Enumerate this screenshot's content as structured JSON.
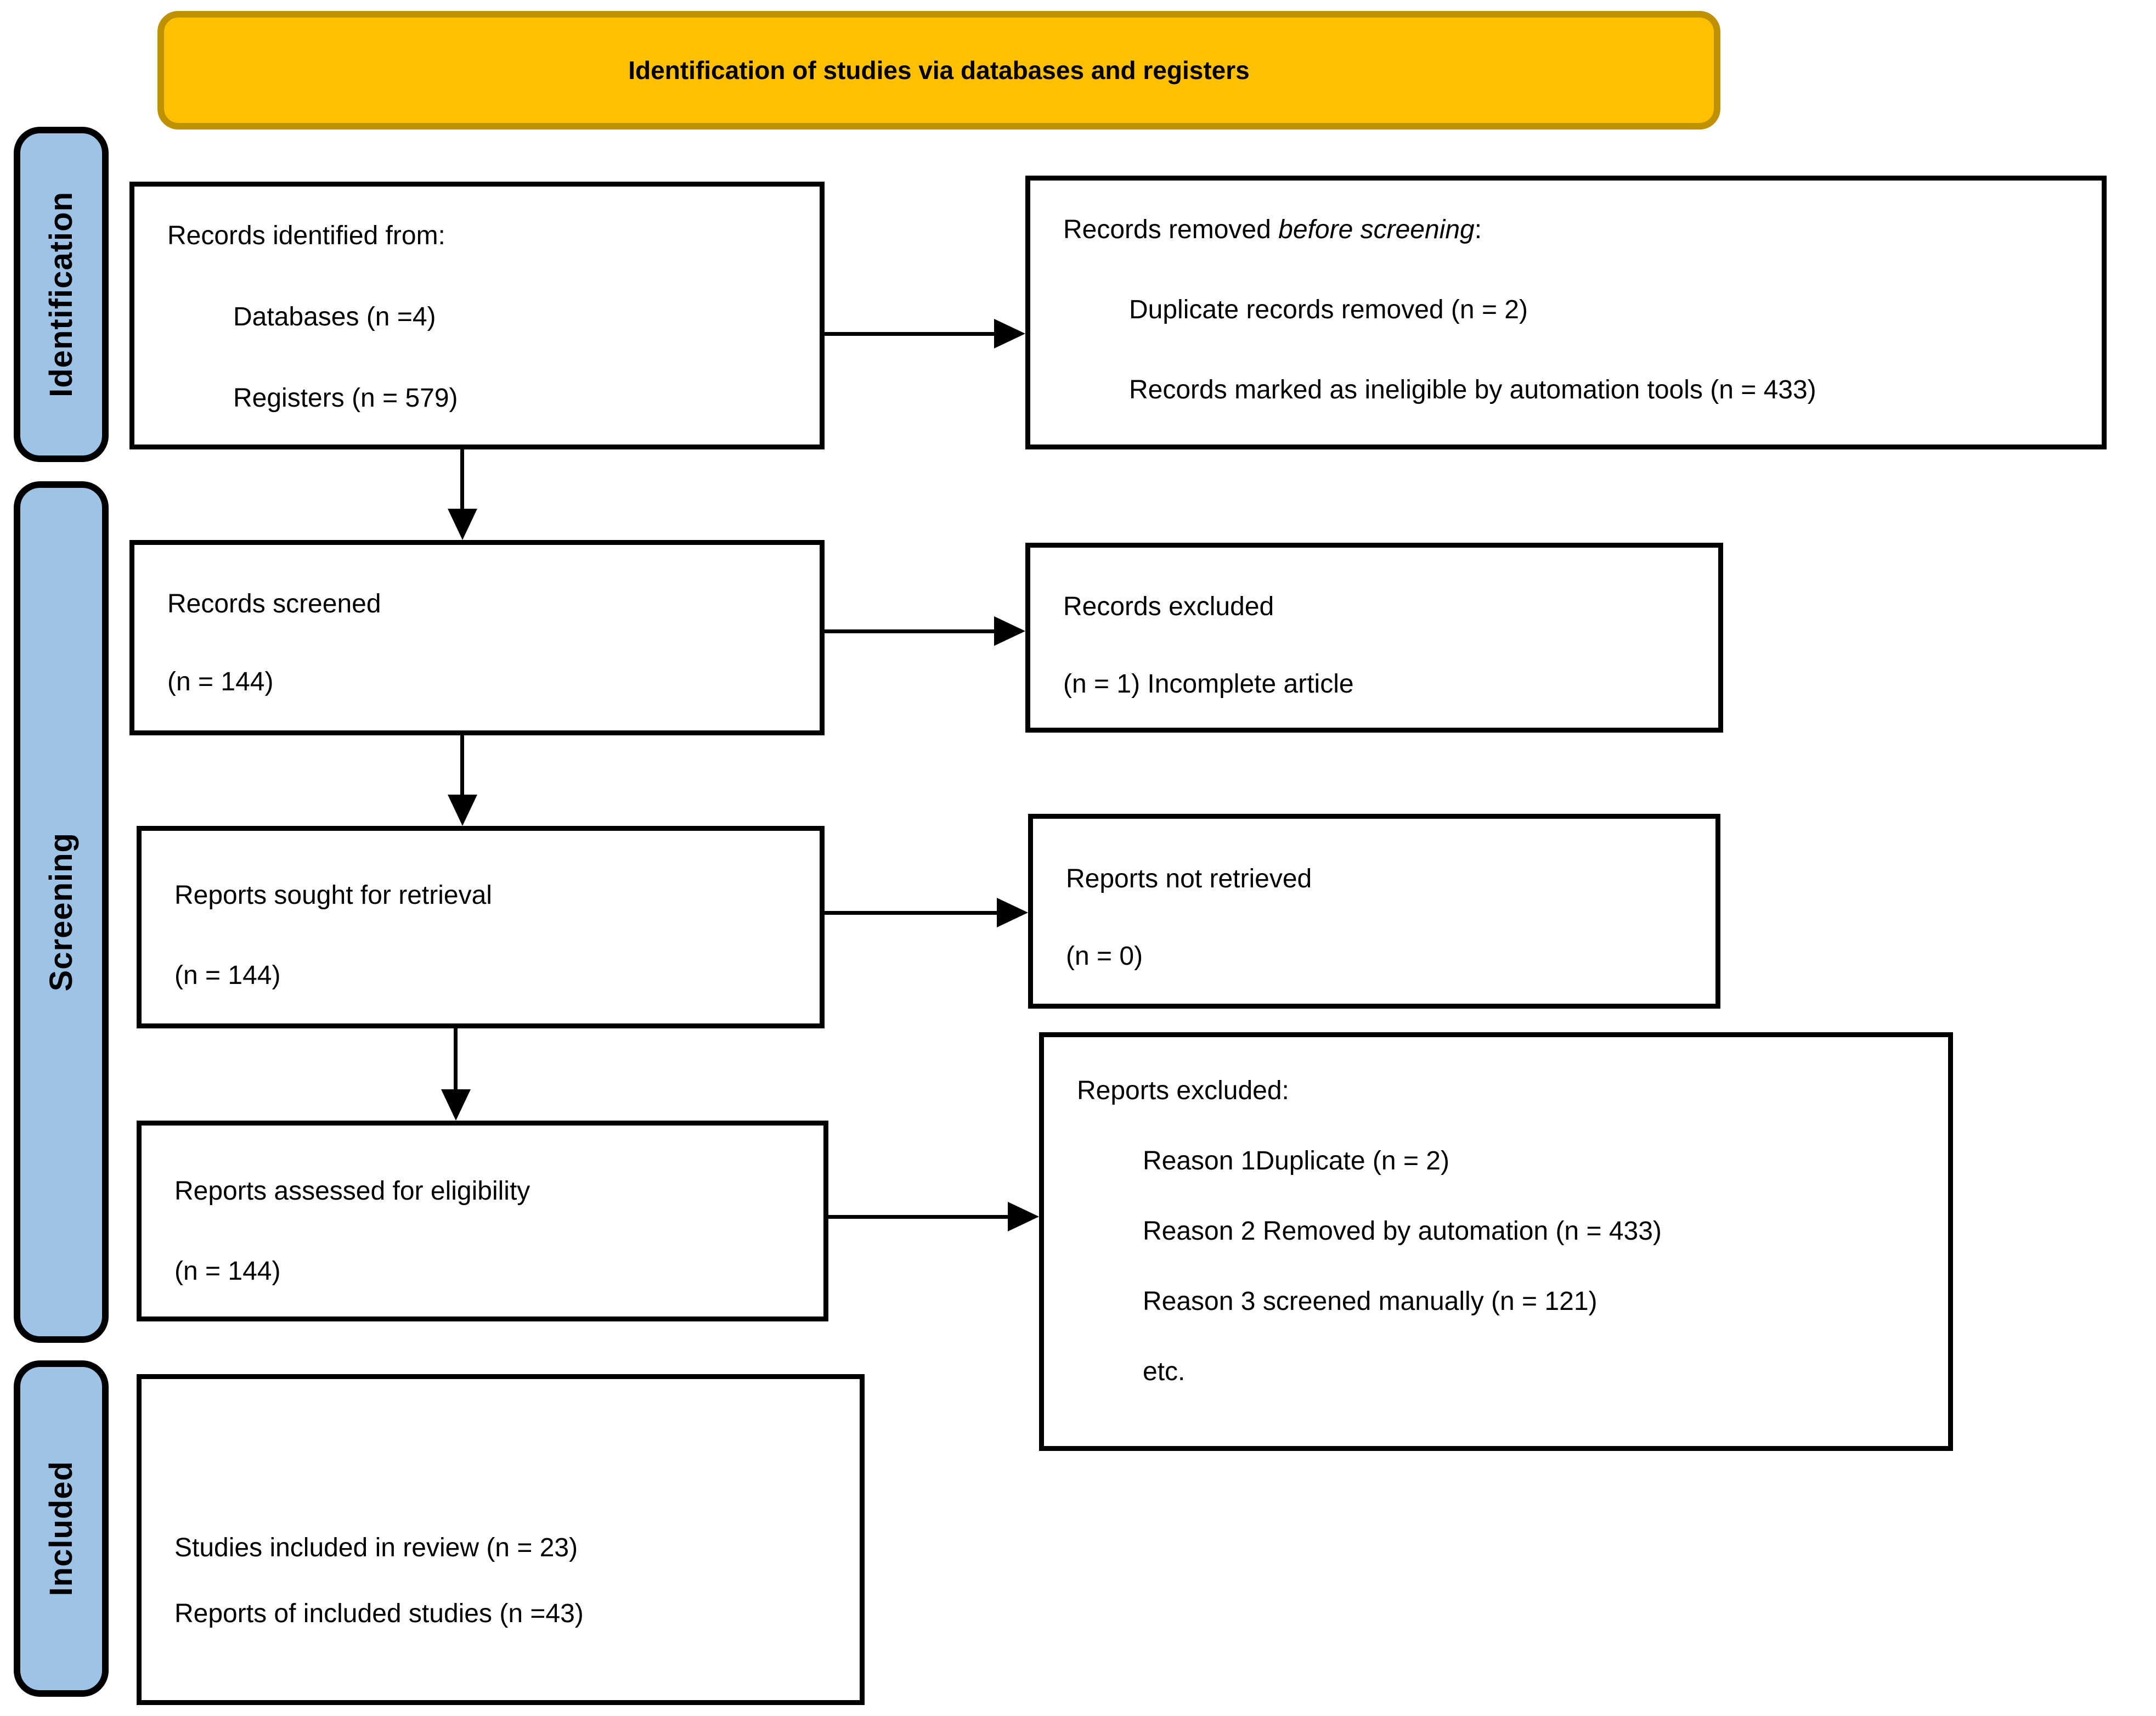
{
  "banner": {
    "title": "Identification of studies via databases and registers"
  },
  "sidebar": {
    "items": [
      {
        "label": "Identification"
      },
      {
        "label": "Screening"
      },
      {
        "label": "Included"
      }
    ]
  },
  "colors": {
    "banner_fill": "#FFC000",
    "banner_border": "#BF9000",
    "sidebar_fill": "#9DC3E6",
    "box_border": "#000000",
    "text": "#000000"
  },
  "boxes": {
    "records_identified": {
      "title": "Records identified from:",
      "items": [
        "Databases (n =4)",
        "Registers (n = 579)"
      ]
    },
    "records_removed": {
      "title_prefix": "Records removed ",
      "title_italic": "before screening",
      "title_suffix": ":",
      "items": [
        "Duplicate records removed (n = 2)",
        "Records marked as ineligible by automation tools (n = 433)"
      ]
    },
    "records_screened": {
      "lines": [
        "Records screened",
        "(n = 144)"
      ]
    },
    "records_excluded": {
      "lines": [
        "Records excluded",
        "(n = 1) Incomplete article"
      ]
    },
    "reports_sought": {
      "lines": [
        "Reports sought for retrieval",
        "(n = 144)"
      ]
    },
    "reports_not_retrieved": {
      "lines": [
        "Reports not retrieved",
        "(n = 0)"
      ]
    },
    "reports_assessed": {
      "lines": [
        "Reports assessed for eligibility",
        "(n = 144)"
      ]
    },
    "reports_excluded": {
      "title": "Reports excluded:",
      "items": [
        "Reason 1Duplicate (n = 2)",
        "Reason 2 Removed by automation (n = 433)",
        "Reason 3 screened manually (n = 121)",
        "etc."
      ]
    },
    "studies_included": {
      "lines": [
        "Studies included in review (n = 23)",
        "Reports of included studies (n =43)"
      ]
    }
  }
}
